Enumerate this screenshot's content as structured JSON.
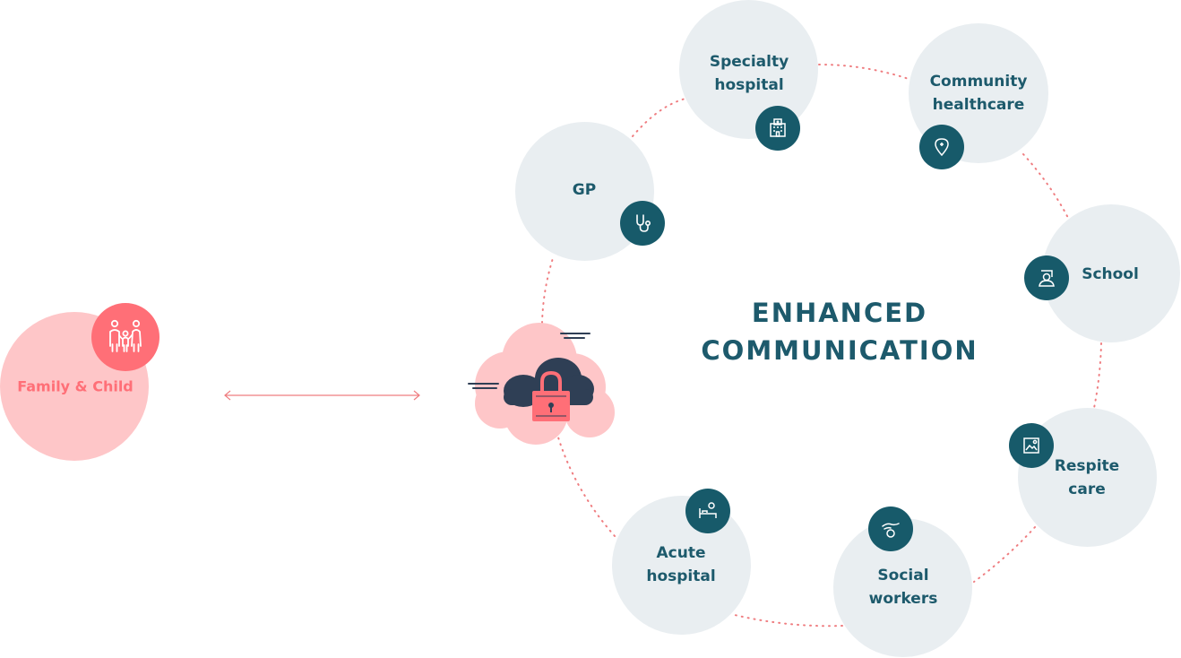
{
  "title": "ENHANCED\nCOMMUNICATION",
  "family": {
    "label": "Family & Child",
    "icon": "family-icon"
  },
  "cloud": {
    "icon": "cloud-lock-icon"
  },
  "nodes": [
    {
      "id": "gp",
      "label": "GP",
      "icon": "stethoscope-icon"
    },
    {
      "id": "specialty-hospital",
      "label": "Specialty\nhospital",
      "icon": "hospital-building-icon"
    },
    {
      "id": "community-healthcare",
      "label": "Community\nhealthcare",
      "icon": "location-pin-icon"
    },
    {
      "id": "school",
      "label": "School",
      "icon": "teacher-icon"
    },
    {
      "id": "respite-care",
      "label": "Respite\ncare",
      "icon": "photo-frame-icon"
    },
    {
      "id": "social-workers",
      "label": "Social\nworkers",
      "icon": "caring-hand-icon"
    },
    {
      "id": "acute-hospital",
      "label": "Acute\nhospital",
      "icon": "hospital-bed-icon"
    }
  ],
  "colors": {
    "teal": "#175a6a",
    "text": "#1d5a6c",
    "node": "#e9eef1",
    "pink": "#ff6f77",
    "pinkLight": "#fec6c8",
    "cloudDark": "#2f3f55"
  }
}
